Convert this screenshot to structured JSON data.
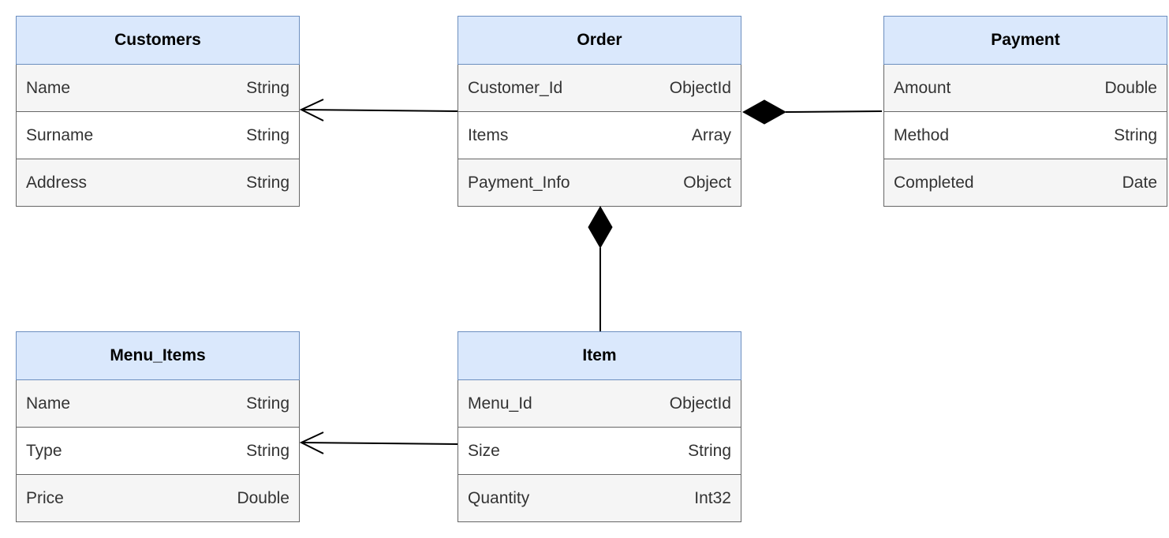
{
  "entities": {
    "customers": {
      "title": "Customers",
      "fields": [
        {
          "name": "Name",
          "type": "String"
        },
        {
          "name": "Surname",
          "type": "String"
        },
        {
          "name": "Address",
          "type": "String"
        }
      ]
    },
    "order": {
      "title": "Order",
      "fields": [
        {
          "name": "Customer_Id",
          "type": "ObjectId"
        },
        {
          "name": "Items",
          "type": "Array"
        },
        {
          "name": "Payment_Info",
          "type": "Object"
        }
      ]
    },
    "payment": {
      "title": "Payment",
      "fields": [
        {
          "name": "Amount",
          "type": "Double"
        },
        {
          "name": "Method",
          "type": "String"
        },
        {
          "name": "Completed",
          "type": "Date"
        }
      ]
    },
    "menu_items": {
      "title": "Menu_Items",
      "fields": [
        {
          "name": "Name",
          "type": "String"
        },
        {
          "name": "Type",
          "type": "String"
        },
        {
          "name": "Price",
          "type": "Double"
        }
      ]
    },
    "item": {
      "title": "Item",
      "fields": [
        {
          "name": "Menu_Id",
          "type": "ObjectId"
        },
        {
          "name": "Size",
          "type": "String"
        },
        {
          "name": "Quantity",
          "type": "Int32"
        }
      ]
    }
  },
  "colors": {
    "header_fill": "#dae8fc",
    "header_border": "#6c8ebf",
    "row_fill": "#f5f5f5",
    "row_border": "#666666"
  },
  "relations": [
    {
      "from": "order",
      "to": "customers",
      "kind": "association"
    },
    {
      "from": "payment",
      "to": "order",
      "kind": "composition"
    },
    {
      "from": "item",
      "to": "order",
      "kind": "composition"
    },
    {
      "from": "item",
      "to": "menu_items",
      "kind": "association"
    }
  ]
}
